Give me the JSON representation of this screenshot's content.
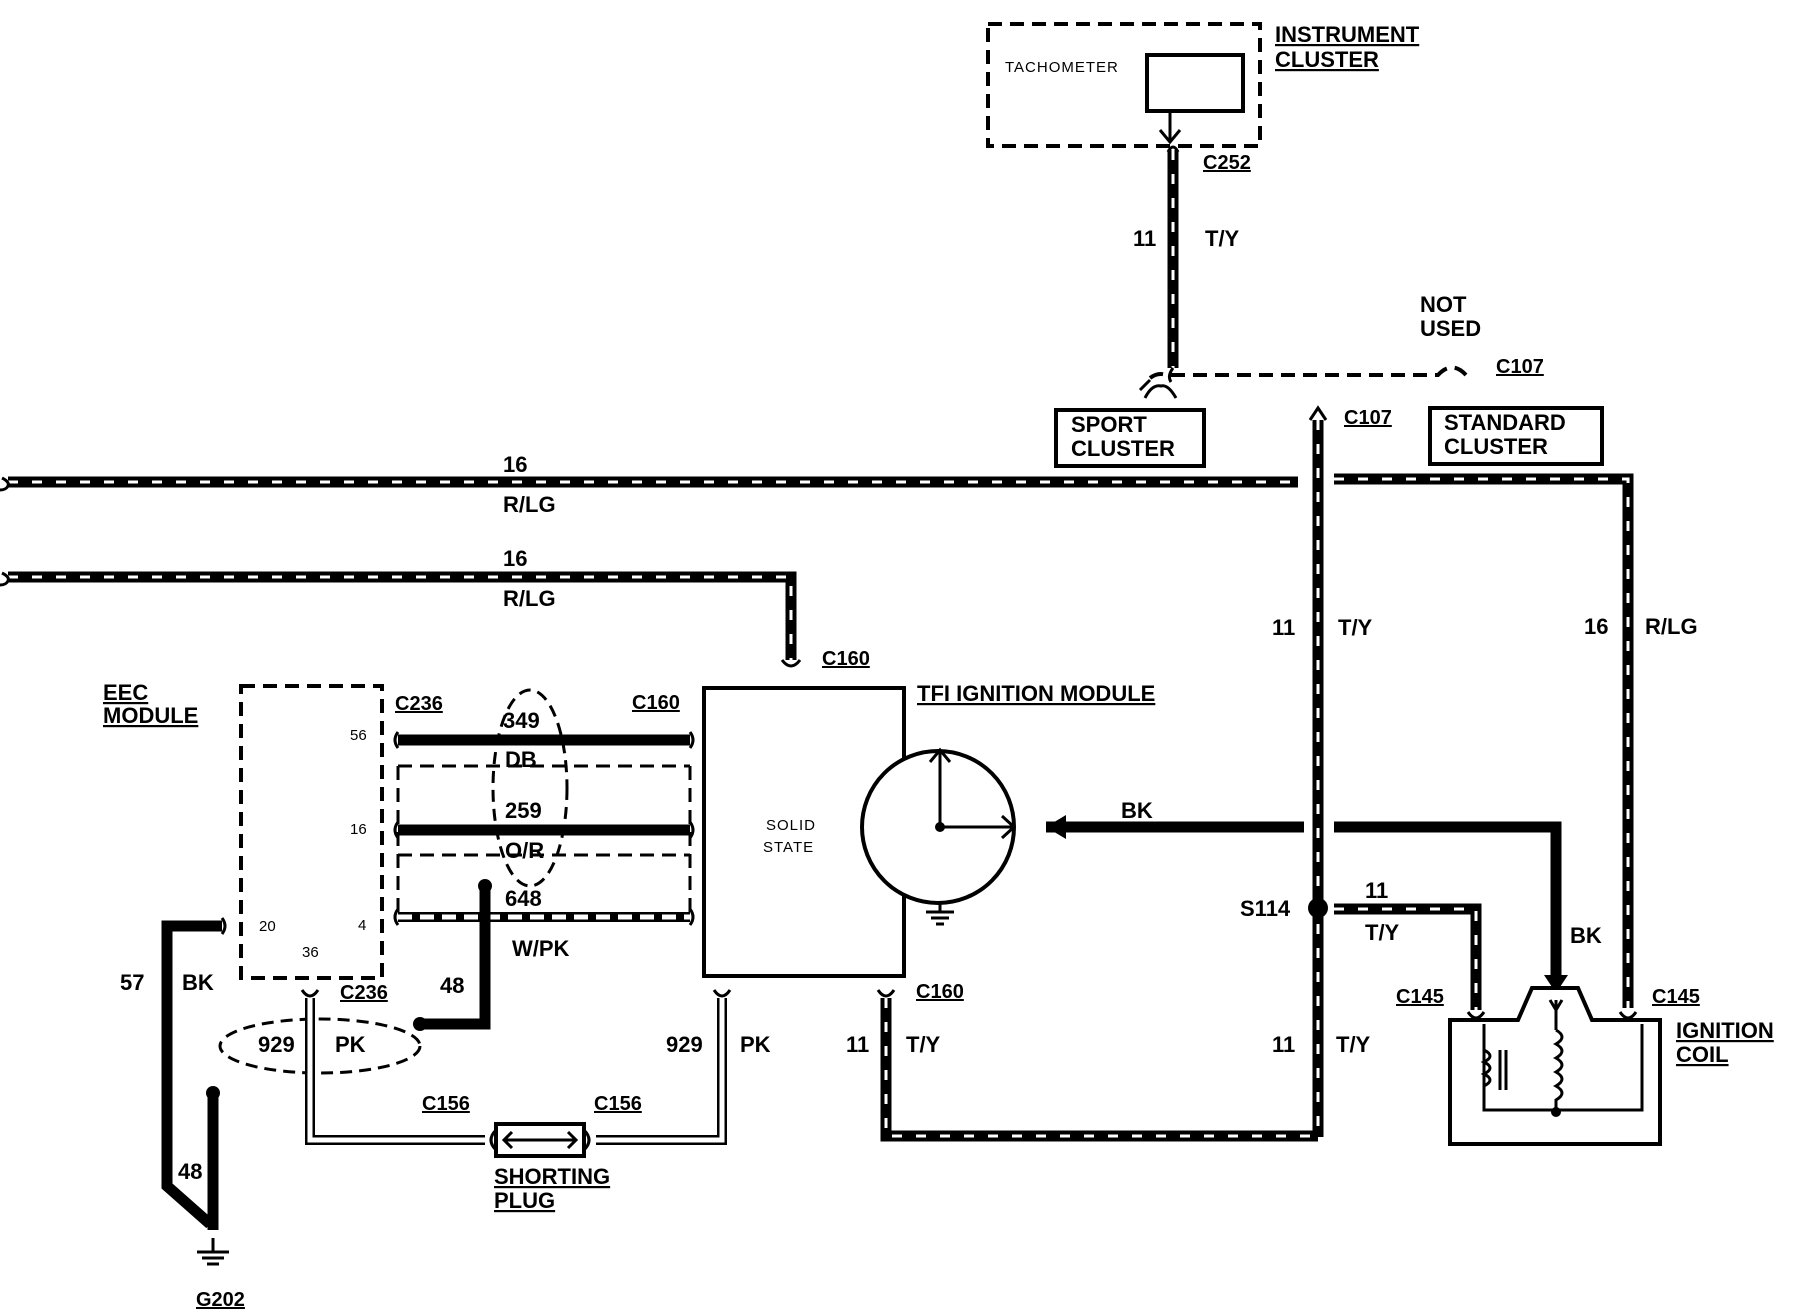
{
  "components": {
    "instrument_cluster": "INSTRUMENT CLUSTER",
    "tachometer": "TACHOMETER",
    "sport_cluster": "SPORT CLUSTER",
    "standard_cluster": "STANDARD CLUSTER",
    "not_used": "NOT USED",
    "eec_module": "EEC MODULE",
    "tfi_module": "TFI IGNITION MODULE",
    "solid_state": "SOLID STATE",
    "shorting_plug": "SHORTING PLUG",
    "ignition_coil": "IGNITION COIL"
  },
  "connectors": {
    "c252": "C252",
    "c107_top": "C107",
    "c107_mid": "C107",
    "c160_top": "C160",
    "c160_left": "C160",
    "c160_bottom": "C160",
    "c236_top": "C236",
    "c236_bottom": "C236",
    "c156_left": "C156",
    "c156_right": "C156",
    "c145_left": "C145",
    "c145_right": "C145",
    "s114": "S114",
    "g202": "G202"
  },
  "eec_pins": {
    "p56": "56",
    "p16": "16",
    "p4": "4",
    "p20": "20",
    "p36": "36"
  },
  "circuits": {
    "tach_num": "11",
    "tach_color": "T/Y",
    "rlg1_num": "16",
    "rlg1_color": "R/LG",
    "rlg2_num": "16",
    "rlg2_color": "R/LG",
    "rlg3_num": "16",
    "rlg3_color": "R/LG",
    "ty_vert_num": "11",
    "ty_vert_color": "T/Y",
    "pip_num": "349",
    "pip_color": "DB",
    "spout_num": "259",
    "spout_color": "O/R",
    "igngnd_num": "648",
    "igngnd_color": "W/PK",
    "shield_num": "48",
    "gnd_num": "57",
    "gnd_color": "BK",
    "g202_num": "48",
    "pk_left_num": "929",
    "pk_left_color": "PK",
    "pk_right_num": "929",
    "pk_right_color": "PK",
    "ty_bot_num": "11",
    "ty_bot_color": "T/Y",
    "ty_right_num": "11",
    "ty_right_color": "T/Y",
    "s114_num": "11",
    "s114_color": "T/Y",
    "bk_num": "BK",
    "bk_coil": "BK"
  }
}
